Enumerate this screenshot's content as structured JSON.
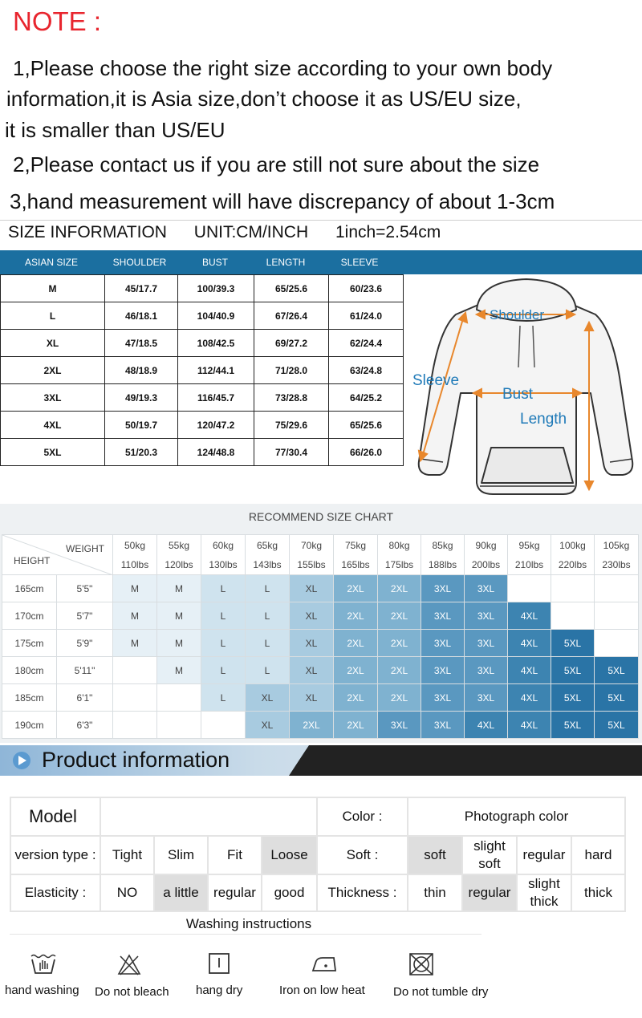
{
  "note": {
    "title": "NOTE :",
    "lines": [
      "1,Please choose the right size according to your own body",
      "information,it is Asia size,don’t choose it as US/EU size,",
      "it is smaller than US/EU",
      "2,Please contact us if you are still not sure about the size",
      "3,hand measurement will have discrepancy of about 1-3cm"
    ]
  },
  "size_info": {
    "title": "SIZE INFORMATION",
    "unit": "UNIT:CM/INCH",
    "conversion": "1inch=2.54cm"
  },
  "size_table": {
    "headers": [
      "ASIAN SIZE",
      "SHOULDER",
      "BUST",
      "LENGTH",
      "SLEEVE"
    ],
    "rows": [
      [
        "M",
        "45/17.7",
        "100/39.3",
        "65/25.6",
        "60/23.6"
      ],
      [
        "L",
        "46/18.1",
        "104/40.9",
        "67/26.4",
        "61/24.0"
      ],
      [
        "XL",
        "47/18.5",
        "108/42.5",
        "69/27.2",
        "62/24.4"
      ],
      [
        "2XL",
        "48/18.9",
        "112/44.1",
        "71/28.0",
        "63/24.8"
      ],
      [
        "3XL",
        "49/19.3",
        "116/45.7",
        "73/28.8",
        "64/25.2"
      ],
      [
        "4XL",
        "50/19.7",
        "120/47.2",
        "75/29.6",
        "65/25.6"
      ],
      [
        "5XL",
        "51/20.3",
        "124/48.8",
        "77/30.4",
        "66/26.0"
      ]
    ],
    "header_color": "#1b6fa0"
  },
  "diagram": {
    "shoulder": "Shoulder",
    "sleeve": "Sleeve",
    "bust": "Bust",
    "length": "Length"
  },
  "recommend": {
    "title": "RECOMMEND SIZE CHART",
    "weight_label": "WEIGHT",
    "height_label": "HEIGHT",
    "weights_kg": [
      "50kg",
      "55kg",
      "60kg",
      "65kg",
      "70kg",
      "75kg",
      "80kg",
      "85kg",
      "90kg",
      "95kg",
      "100kg",
      "105kg"
    ],
    "weights_lbs": [
      "110lbs",
      "120lbs",
      "130lbs",
      "143lbs",
      "155lbs",
      "165lbs",
      "175lbs",
      "188lbs",
      "200lbs",
      "210lbs",
      "220lbs",
      "230lbs"
    ],
    "rows": [
      {
        "cm": "165cm",
        "ft": "5'5\"",
        "cells": [
          "M",
          "M",
          "L",
          "L",
          "XL",
          "2XL",
          "2XL",
          "3XL",
          "3XL",
          "",
          "",
          ""
        ]
      },
      {
        "cm": "170cm",
        "ft": "5'7\"",
        "cells": [
          "M",
          "M",
          "L",
          "L",
          "XL",
          "2XL",
          "2XL",
          "3XL",
          "3XL",
          "4XL",
          "",
          ""
        ]
      },
      {
        "cm": "175cm",
        "ft": "5'9\"",
        "cells": [
          "M",
          "M",
          "L",
          "L",
          "XL",
          "2XL",
          "2XL",
          "3XL",
          "3XL",
          "4XL",
          "5XL",
          ""
        ]
      },
      {
        "cm": "180cm",
        "ft": "5'11\"",
        "cells": [
          "",
          "M",
          "L",
          "L",
          "XL",
          "2XL",
          "2XL",
          "3XL",
          "3XL",
          "4XL",
          "5XL",
          "5XL"
        ]
      },
      {
        "cm": "185cm",
        "ft": "6'1\"",
        "cells": [
          "",
          "",
          "L",
          "XL",
          "XL",
          "2XL",
          "2XL",
          "3XL",
          "3XL",
          "4XL",
          "5XL",
          "5XL"
        ]
      },
      {
        "cm": "190cm",
        "ft": "6'3\"",
        "cells": [
          "",
          "",
          "",
          "XL",
          "2XL",
          "2XL",
          "3XL",
          "3XL",
          "4XL",
          "4XL",
          "5XL",
          "5XL"
        ]
      }
    ]
  },
  "product_info": {
    "title": "Product information",
    "model_label": "Model",
    "model_value": "",
    "color_label": "Color :",
    "color_value": "Photograph color",
    "version_label": "version type :",
    "version_options": [
      "Tight",
      "Slim",
      "Fit",
      "Loose"
    ],
    "soft_label": "Soft :",
    "soft_options": [
      "soft",
      "slight soft",
      "regular",
      "hard"
    ],
    "elasticity_label": "Elasticity :",
    "elasticity_options": [
      "NO",
      "a little",
      "regular",
      "good"
    ],
    "thickness_label": "Thickness :",
    "thickness_options": [
      "thin",
      "regular",
      "slight thick",
      "thick"
    ]
  },
  "washing": {
    "title": "Washing instructions",
    "items": [
      {
        "label": "hand washing",
        "icon": "hand-wash-icon"
      },
      {
        "label": "Do not bleach",
        "icon": "no-bleach-icon"
      },
      {
        "label": "hang dry",
        "icon": "hang-dry-icon"
      },
      {
        "label": "Iron on low heat",
        "icon": "iron-low-icon"
      },
      {
        "label": "Do not tumble dry",
        "icon": "no-tumble-dry-icon"
      }
    ]
  }
}
